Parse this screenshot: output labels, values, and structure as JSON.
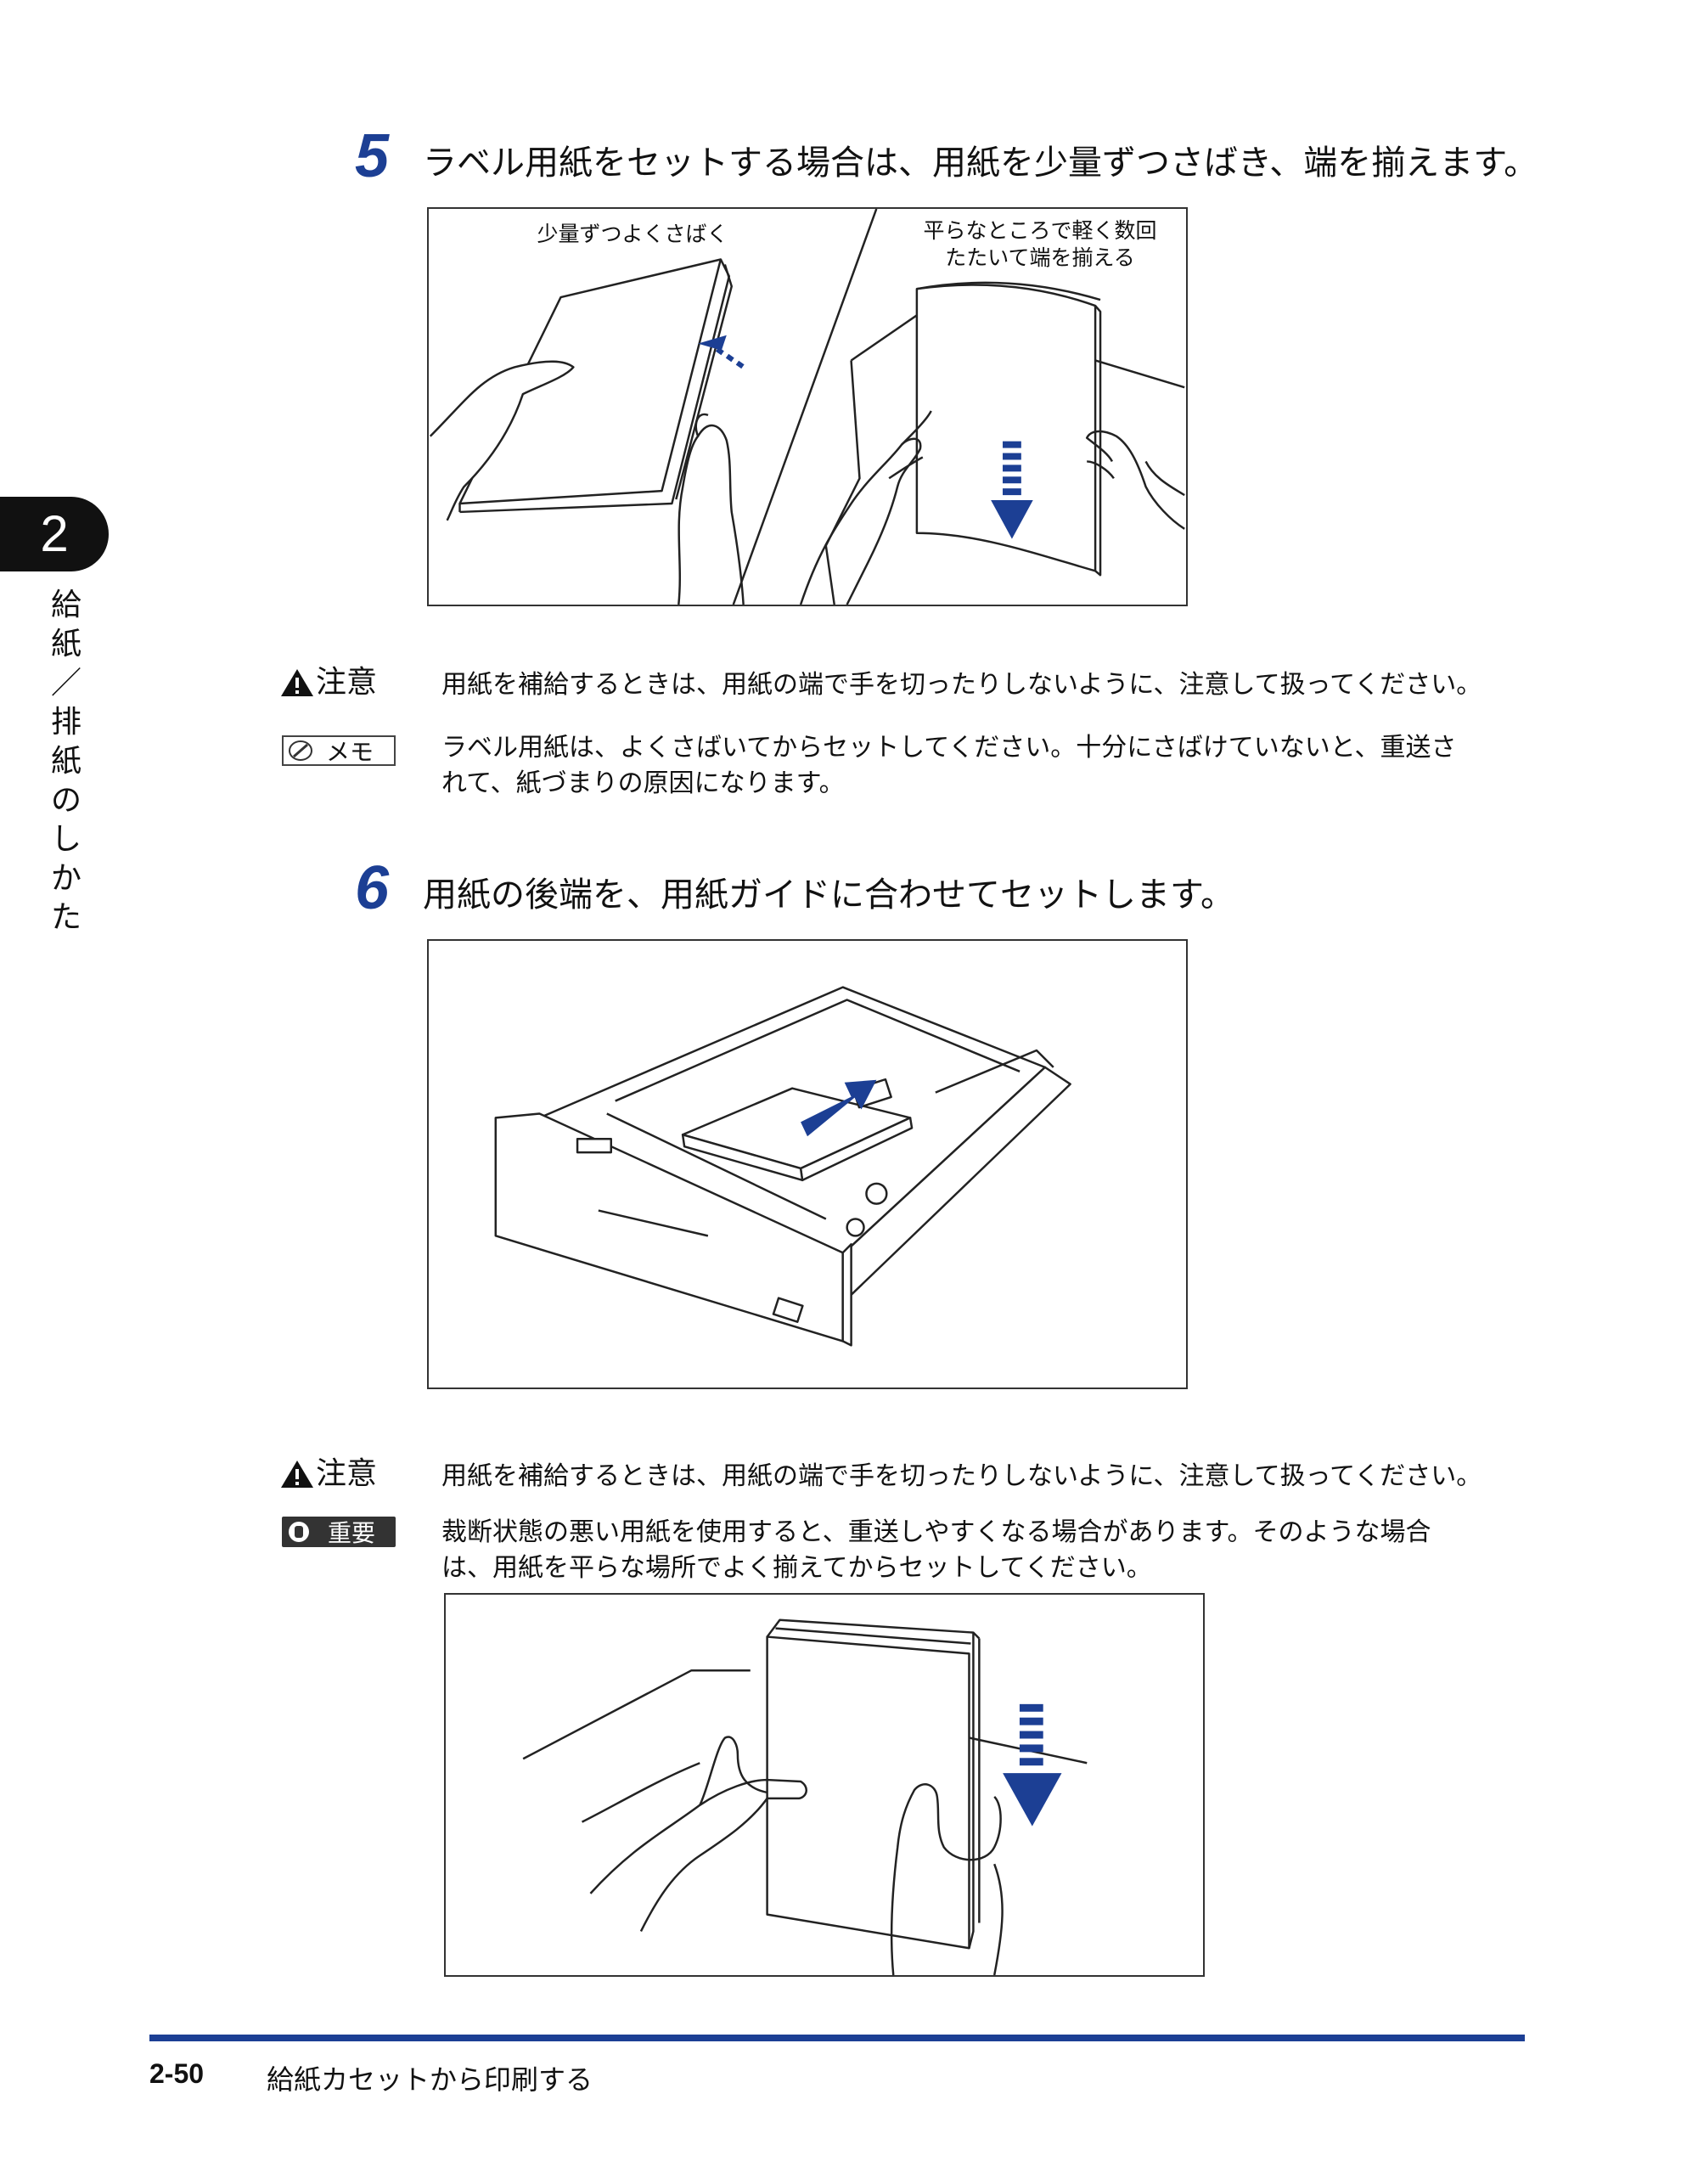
{
  "side_tab": {
    "chapter_number": "2",
    "chapter_title": "給紙／排紙のしかた"
  },
  "step5": {
    "number": "5",
    "text": "ラベル用紙をセットする場合は、用紙を少量ずつさばき、端を揃えます。",
    "figure": {
      "label_left": "少量ずつよくさばく",
      "label_right_line1": "平らなところで軽く数回",
      "label_right_line2": "たたいて端を揃える"
    }
  },
  "caution1": {
    "label": "注意",
    "text": "用紙を補給するときは、用紙の端で手を切ったりしないように、注意して扱ってください。"
  },
  "memo": {
    "label": "メモ",
    "line1": "ラベル用紙は、よくさばいてからセットしてください。十分にさばけていないと、重送さ",
    "line2": "れて、紙づまりの原因になります。"
  },
  "step6": {
    "number": "6",
    "text": "用紙の後端を、用紙ガイドに合わせてセットします。"
  },
  "caution2": {
    "label": "注意",
    "text": "用紙を補給するときは、用紙の端で手を切ったりしないように、注意して扱ってください。"
  },
  "important": {
    "label": "重要",
    "line1": "裁断状態の悪い用紙を使用すると、重送しやすくなる場合があります。そのような場合",
    "line2": "は、用紙を平らな場所でよく揃えてからセットしてください。"
  },
  "footer": {
    "page_number": "2-50",
    "section_title": "給紙カセットから印刷する"
  },
  "colors": {
    "accent_blue": "#1c3f94",
    "tab_black": "#111111"
  },
  "icons": {
    "caution": "warning-triangle-icon",
    "memo": "pencil-icon",
    "important": "hand-icon"
  }
}
